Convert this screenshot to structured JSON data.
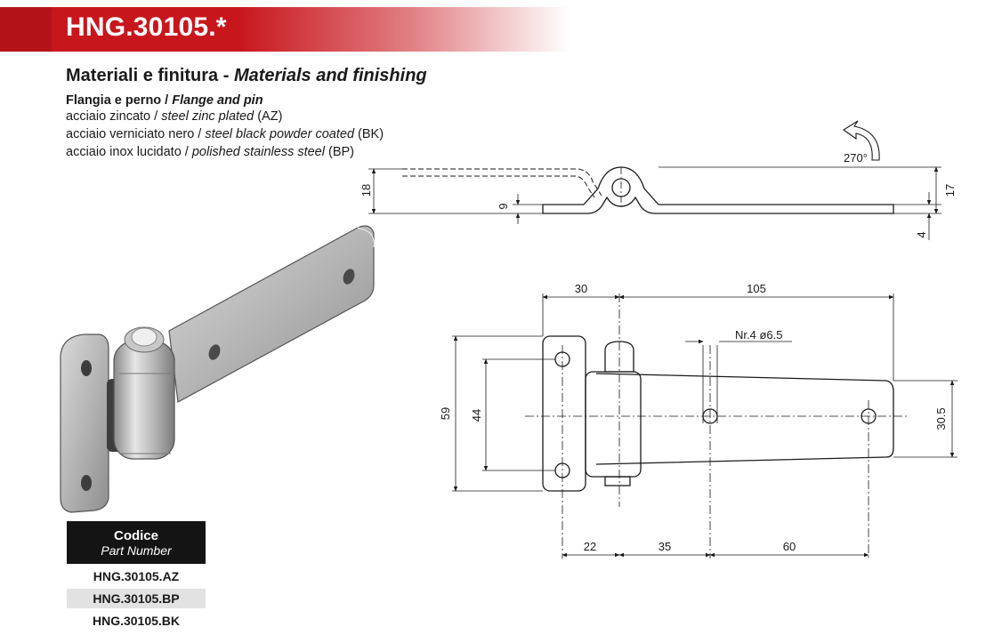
{
  "header": {
    "title": "HNG.30105.*"
  },
  "materials": {
    "heading_it": "Materiali e finitura - ",
    "heading_en": "Materials and finishing",
    "sub_it": "Flangia e perno / ",
    "sub_en": "Flange and pin",
    "lines": [
      {
        "it": "acciaio zincato / ",
        "en": "steel zinc plated",
        "code": " (AZ)"
      },
      {
        "it": "acciaio verniciato nero / ",
        "en": "steel black powder coated",
        "code": " (BK)"
      },
      {
        "it": "acciaio inox lucidato / ",
        "en": "polished stainless steel",
        "code": " (BP)"
      }
    ]
  },
  "drawing": {
    "rotation": "270°",
    "side_dims": {
      "d18": "18",
      "d9": "9",
      "d17": "17",
      "d4": "4"
    },
    "top_dims": {
      "d30": "30",
      "d105": "105",
      "holes": "Nr.4  ø6.5",
      "d59": "59",
      "d44": "44",
      "d30_5": "30.5",
      "d22": "22",
      "d35": "35",
      "d60": "60"
    }
  },
  "codes": {
    "header_it": "Codice",
    "header_en": "Part Number",
    "rows": [
      "HNG.30105.AZ",
      "HNG.30105.BP",
      "HNG.30105.BK"
    ]
  },
  "colors": {
    "brand_red": "#c8161d",
    "dark": "#141414"
  }
}
